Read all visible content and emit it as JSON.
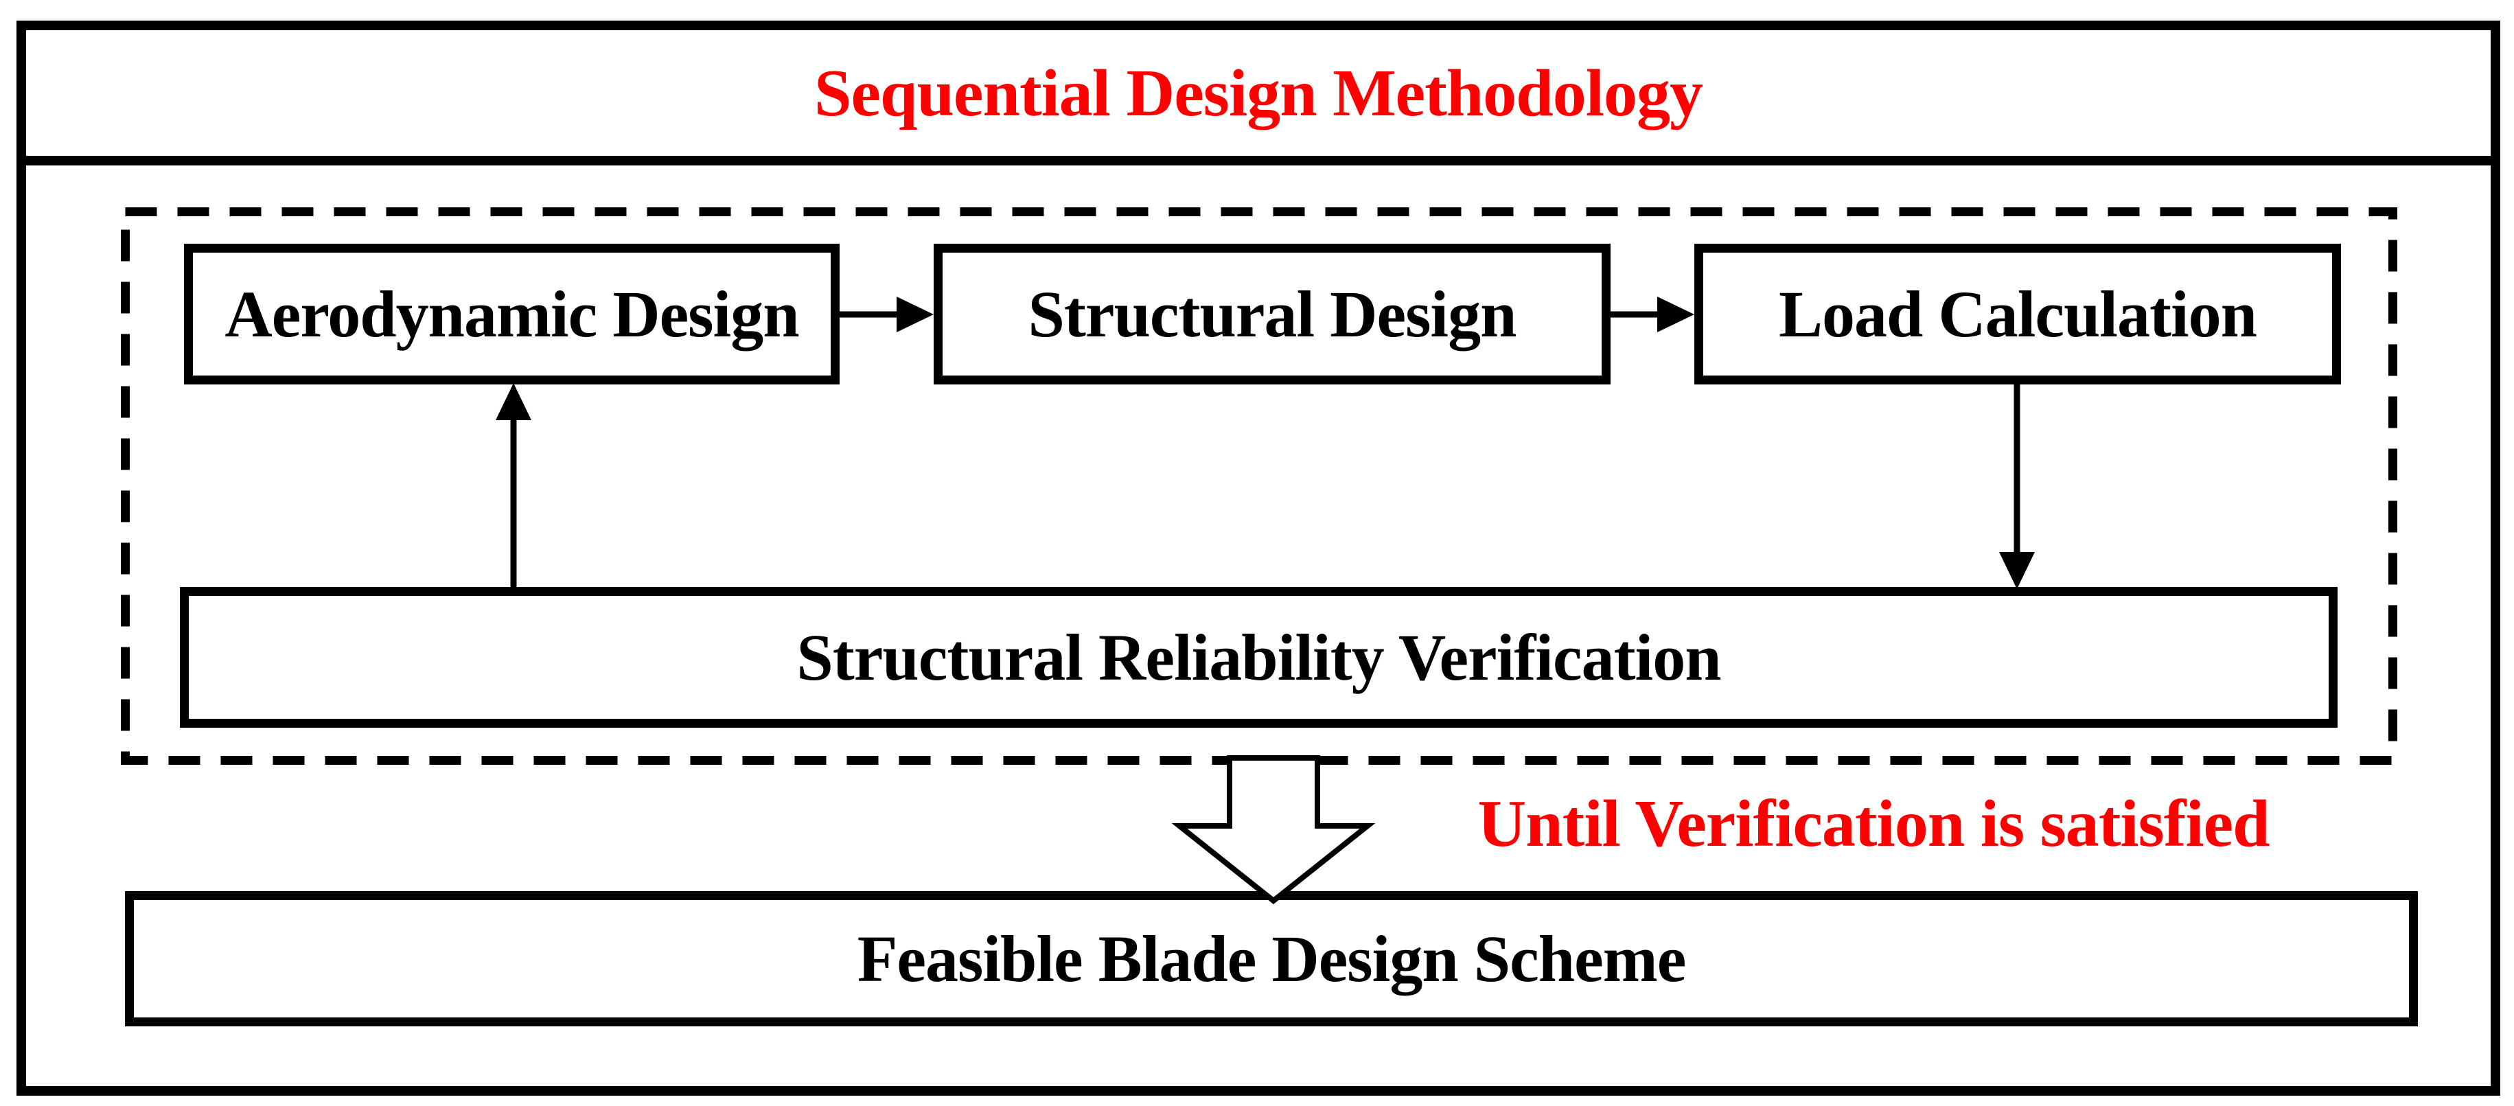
{
  "title": {
    "text": "Sequential Design Methodology",
    "color": "#fe0000"
  },
  "process_boxes": {
    "aerodynamic_design": "Aerodynamic Design",
    "structural_design": "Structural Design",
    "load_calculation": "Load Calculation",
    "structural_reliability_verification": "Structural Reliability Verification",
    "feasible_blade_design_scheme": "Feasible Blade Design Scheme"
  },
  "annotation": {
    "text": "Until Verification is satisfied",
    "color": "#fe0000"
  },
  "colors": {
    "line": "#000000",
    "background": "#ffffff",
    "accent": "#fe0000"
  }
}
